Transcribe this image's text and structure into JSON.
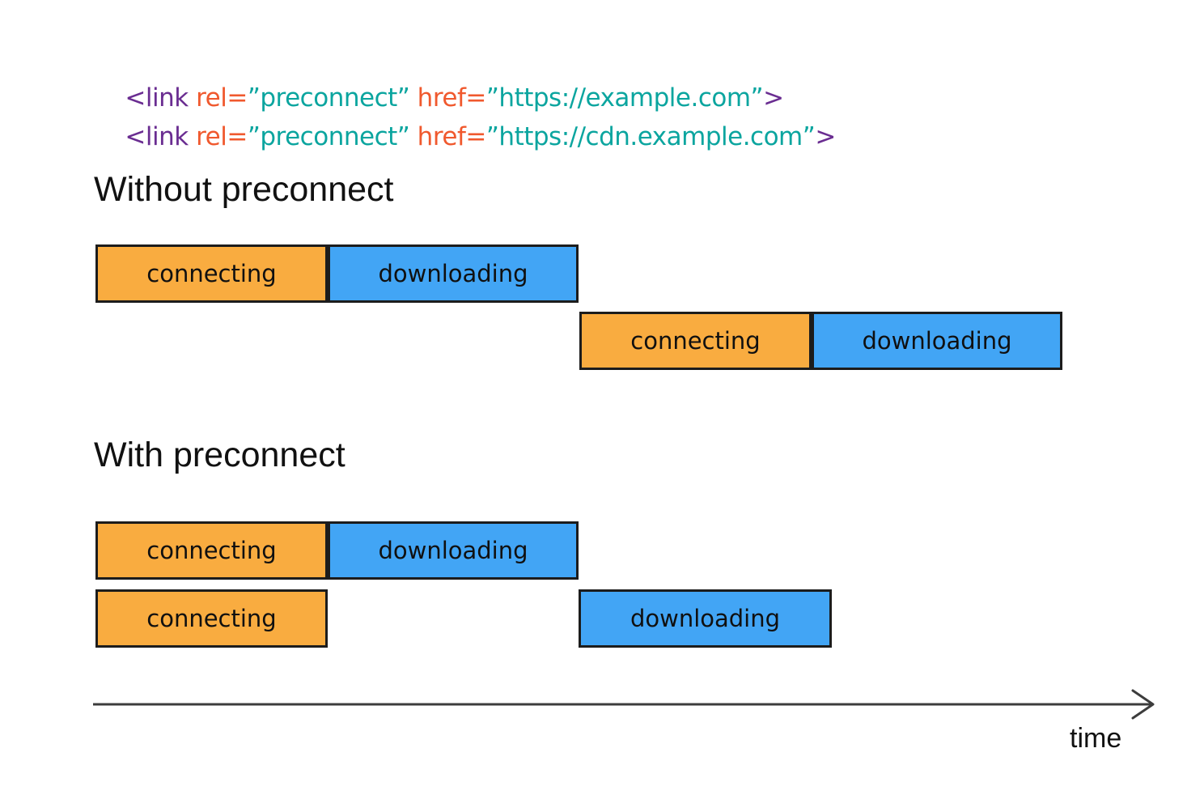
{
  "colors": {
    "background": "#FFFFFF",
    "purple": "#6A2D91",
    "orange_code": "#F0592E",
    "teal": "#0BA59F",
    "bar_orange": "#F9AC40",
    "bar_blue": "#42A5F5",
    "bar_border": "#1C1C1C",
    "axis": "#3C3C3C",
    "text": "#111111"
  },
  "code": {
    "lines": [
      {
        "tokens": [
          {
            "text": "<link",
            "color": "purple"
          },
          {
            "text": " rel=",
            "color": "orange"
          },
          {
            "text": "”preconnect”",
            "color": "teal"
          },
          {
            "text": " href=",
            "color": "orange"
          },
          {
            "text": "”https://example.com”",
            "color": "teal"
          },
          {
            "text": ">",
            "color": "purple"
          }
        ]
      },
      {
        "tokens": [
          {
            "text": "<link",
            "color": "purple"
          },
          {
            "text": " rel=",
            "color": "orange"
          },
          {
            "text": "”preconnect”",
            "color": "teal"
          },
          {
            "text": " href=",
            "color": "orange"
          },
          {
            "text": "”https://cdn.example.com”",
            "color": "teal"
          },
          {
            "text": ">",
            "color": "purple"
          }
        ]
      }
    ]
  },
  "sections": {
    "without": {
      "title": "Without preconnect",
      "rows": [
        {
          "segments": [
            {
              "label": "connecting"
            },
            {
              "label": "downloading"
            }
          ]
        },
        {
          "segments": [
            {
              "label": "connecting"
            },
            {
              "label": "downloading"
            }
          ]
        }
      ]
    },
    "with": {
      "title": "With preconnect",
      "rows": [
        {
          "segments": [
            {
              "label": "connecting"
            },
            {
              "label": "downloading"
            }
          ]
        },
        {
          "segments": [
            {
              "label": "connecting"
            },
            {
              "label": "downloading"
            }
          ]
        }
      ]
    }
  },
  "axis": {
    "label": "time"
  }
}
